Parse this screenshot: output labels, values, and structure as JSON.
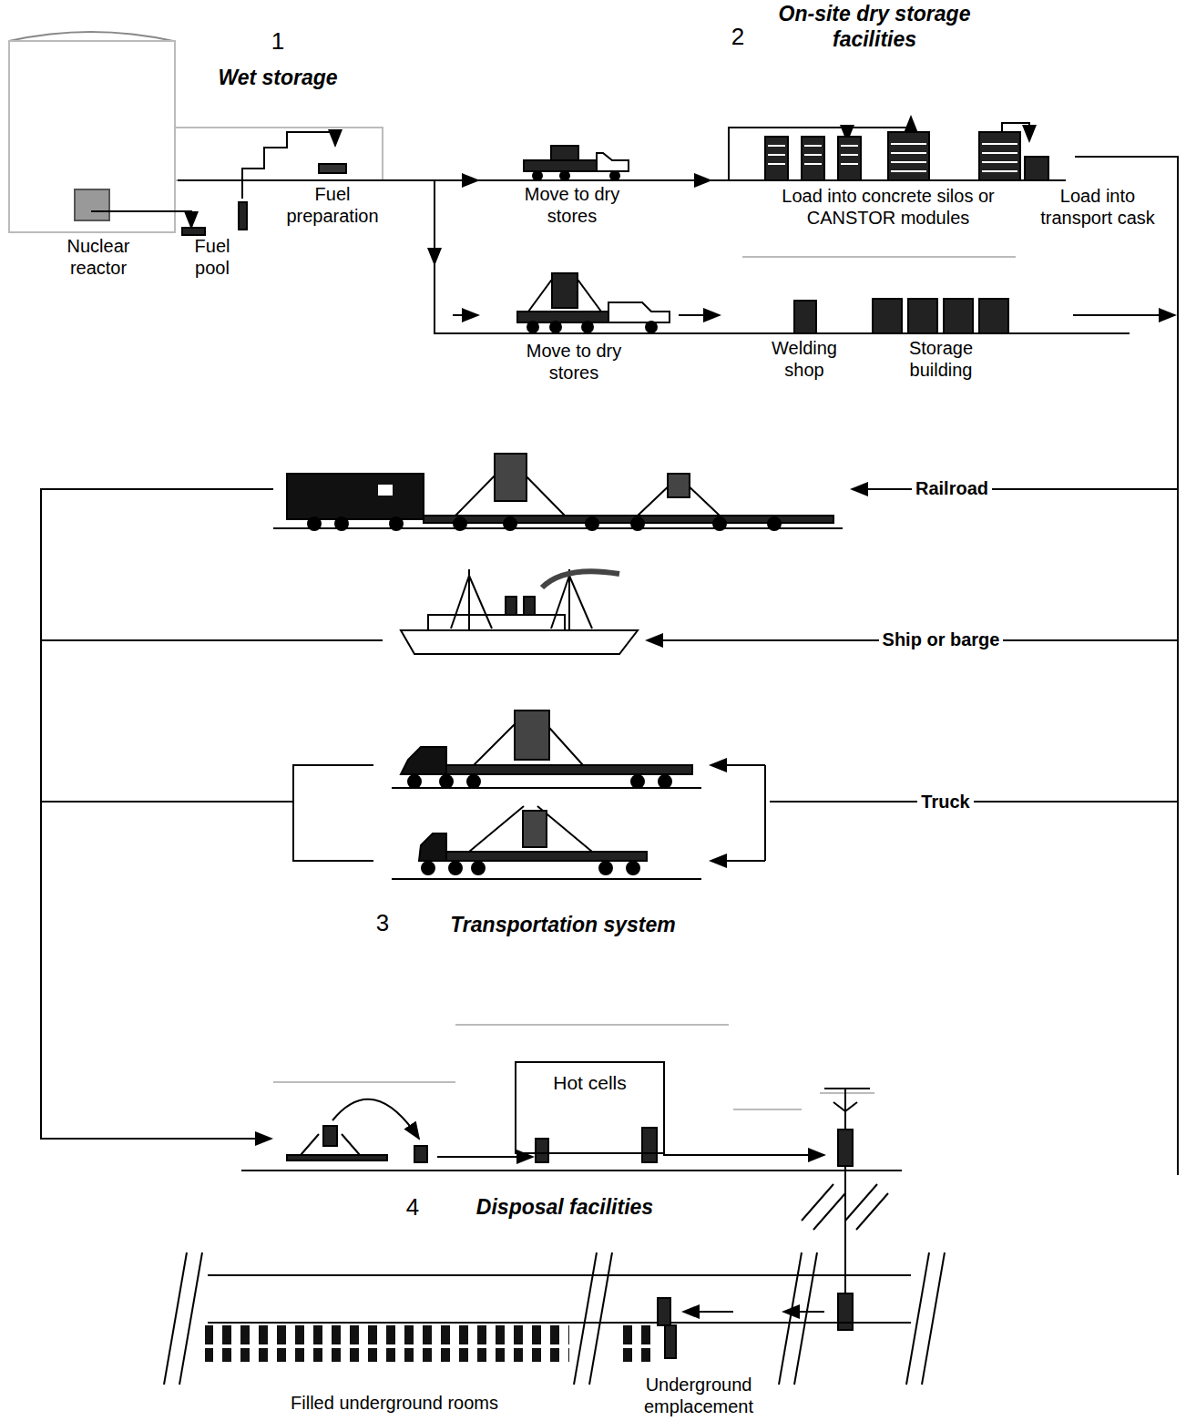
{
  "diagram": {
    "nodes": [
      {
        "text": [
          "Hot cells"
        ]
      }
    ],
    "edges": [],
    "labels": [
      "1",
      "Wet storage",
      "2",
      "On-site dry storage facilities",
      "Nuclear reactor",
      "Fuel pool",
      "Fuel preparation",
      "Move to dry stores",
      "Load into concrete silos or CANSTOR modules",
      "Load into transport cask",
      "Move to dry stores",
      "Welding shop",
      "Storage building",
      "Railroad",
      "Ship or barge",
      "Truck",
      "3",
      "Transportation system",
      "4",
      "Disposal facilities",
      "Filled underground rooms",
      "Underground emplacement"
    ]
  }
}
